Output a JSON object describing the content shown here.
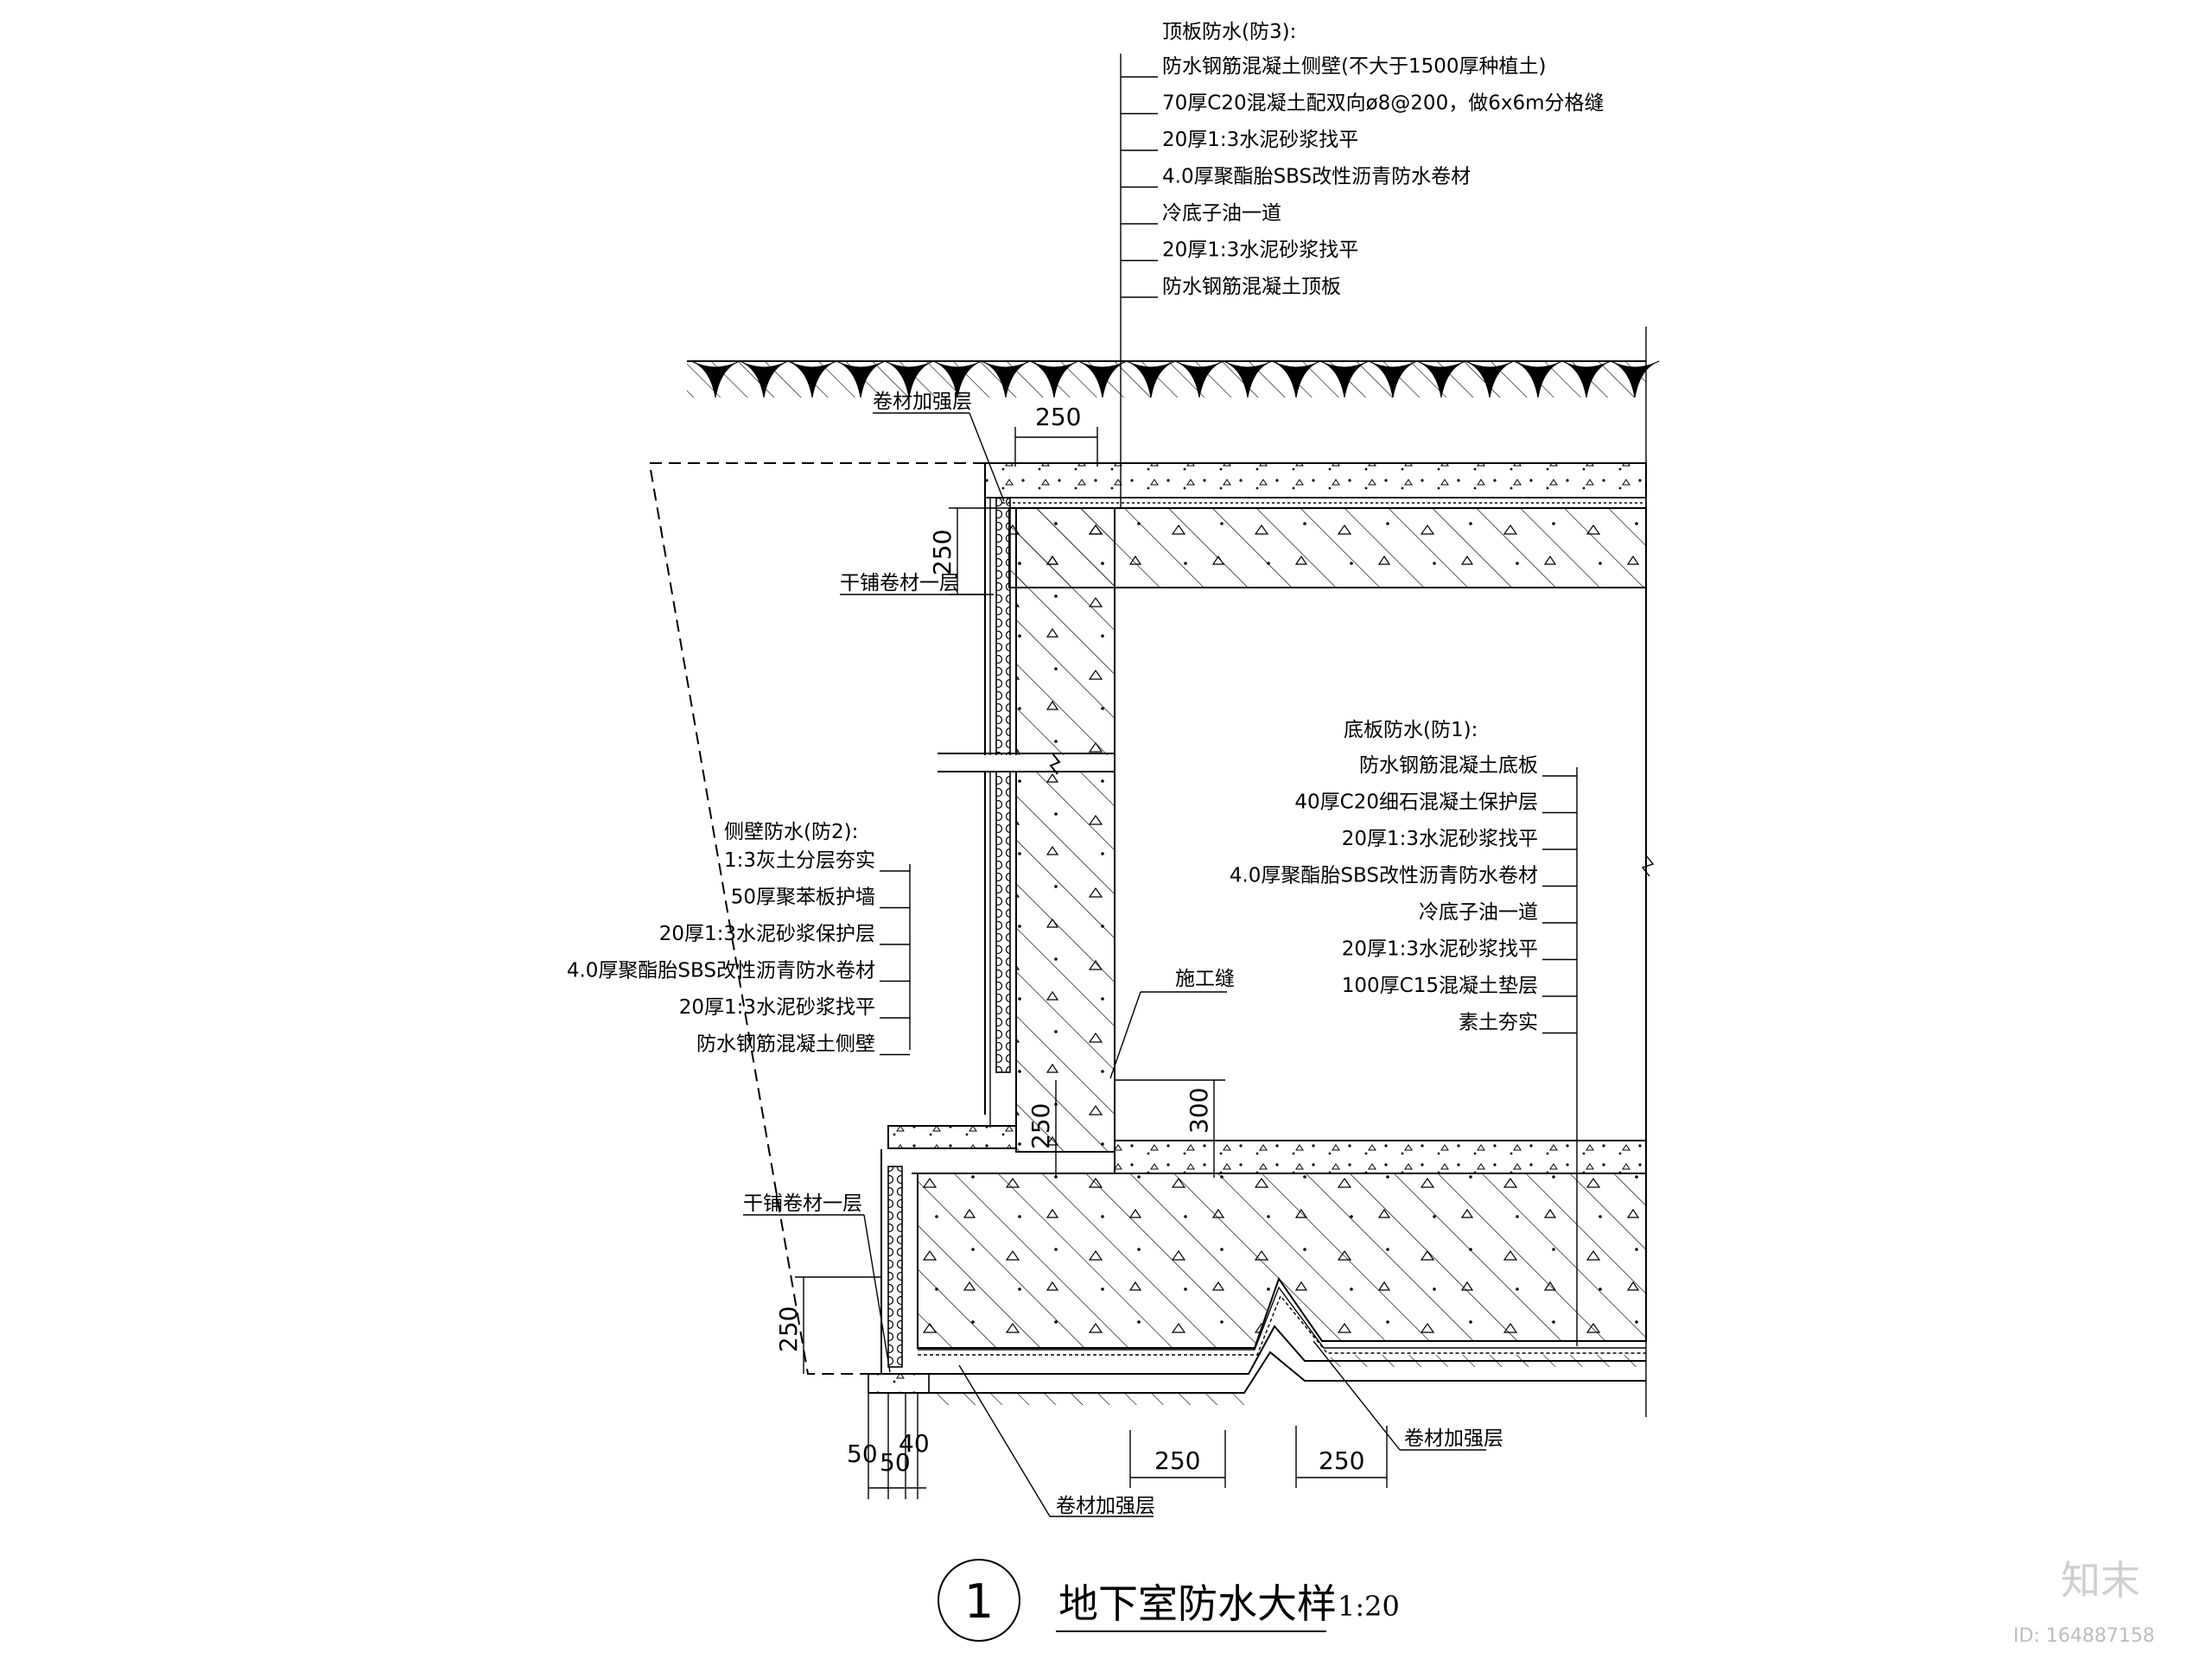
{
  "roof": {
    "heading": "顶板防水(防3):",
    "layers": [
      "防水钢筋混凝土侧壁(不大于1500厚种植土)",
      "70厚C20混凝土配双向ø8@200，做6x6m分格缝",
      "20厚1:3水泥砂浆找平",
      "4.0厚聚酯胎SBS改性沥青防水卷材",
      "冷底子油一道",
      "20厚1:3水泥砂浆找平",
      "防水钢筋混凝土顶板"
    ]
  },
  "wall": {
    "heading": "侧壁防水(防2):",
    "layers": [
      "1:3灰土分层夯实",
      "50厚聚苯板护墙",
      "20厚1:3水泥砂浆保护层",
      "4.0厚聚酯胎SBS改性沥青防水卷材",
      "20厚1:3水泥砂浆找平",
      "防水钢筋混凝土侧壁"
    ]
  },
  "floor": {
    "heading": "底板防水(防1):",
    "layers": [
      "防水钢筋混凝土底板",
      "40厚C20细石混凝土保护层",
      "20厚1:3水泥砂浆找平",
      "4.0厚聚酯胎SBS改性沥青防水卷材",
      "冷底子油一道",
      "20厚1:3水泥砂浆找平",
      "100厚C15混凝土垫层",
      "素土夯实"
    ]
  },
  "callouts": {
    "reinforce_top": "卷材加强层",
    "dry_top": "干铺卷材一层",
    "dry_bottom": "干铺卷材一层",
    "construction_joint": "施工缝",
    "reinforce_bottom_left": "卷材加强层",
    "reinforce_bottom_right": "卷材加强层"
  },
  "dimensions": {
    "top_250": "250",
    "side_250_top": "250",
    "joint_300": "300",
    "joint_250": "250",
    "base_250_left": "250",
    "bottom_50a": "50",
    "bottom_50b": "50",
    "bottom_40": "40",
    "bottom_250_mid": "250",
    "bottom_250_right": "250"
  },
  "title": {
    "number": "1",
    "text": "地下室防水大样",
    "scale": "1:20"
  },
  "watermark": {
    "brand": "知末",
    "id": "ID: 164887158"
  }
}
